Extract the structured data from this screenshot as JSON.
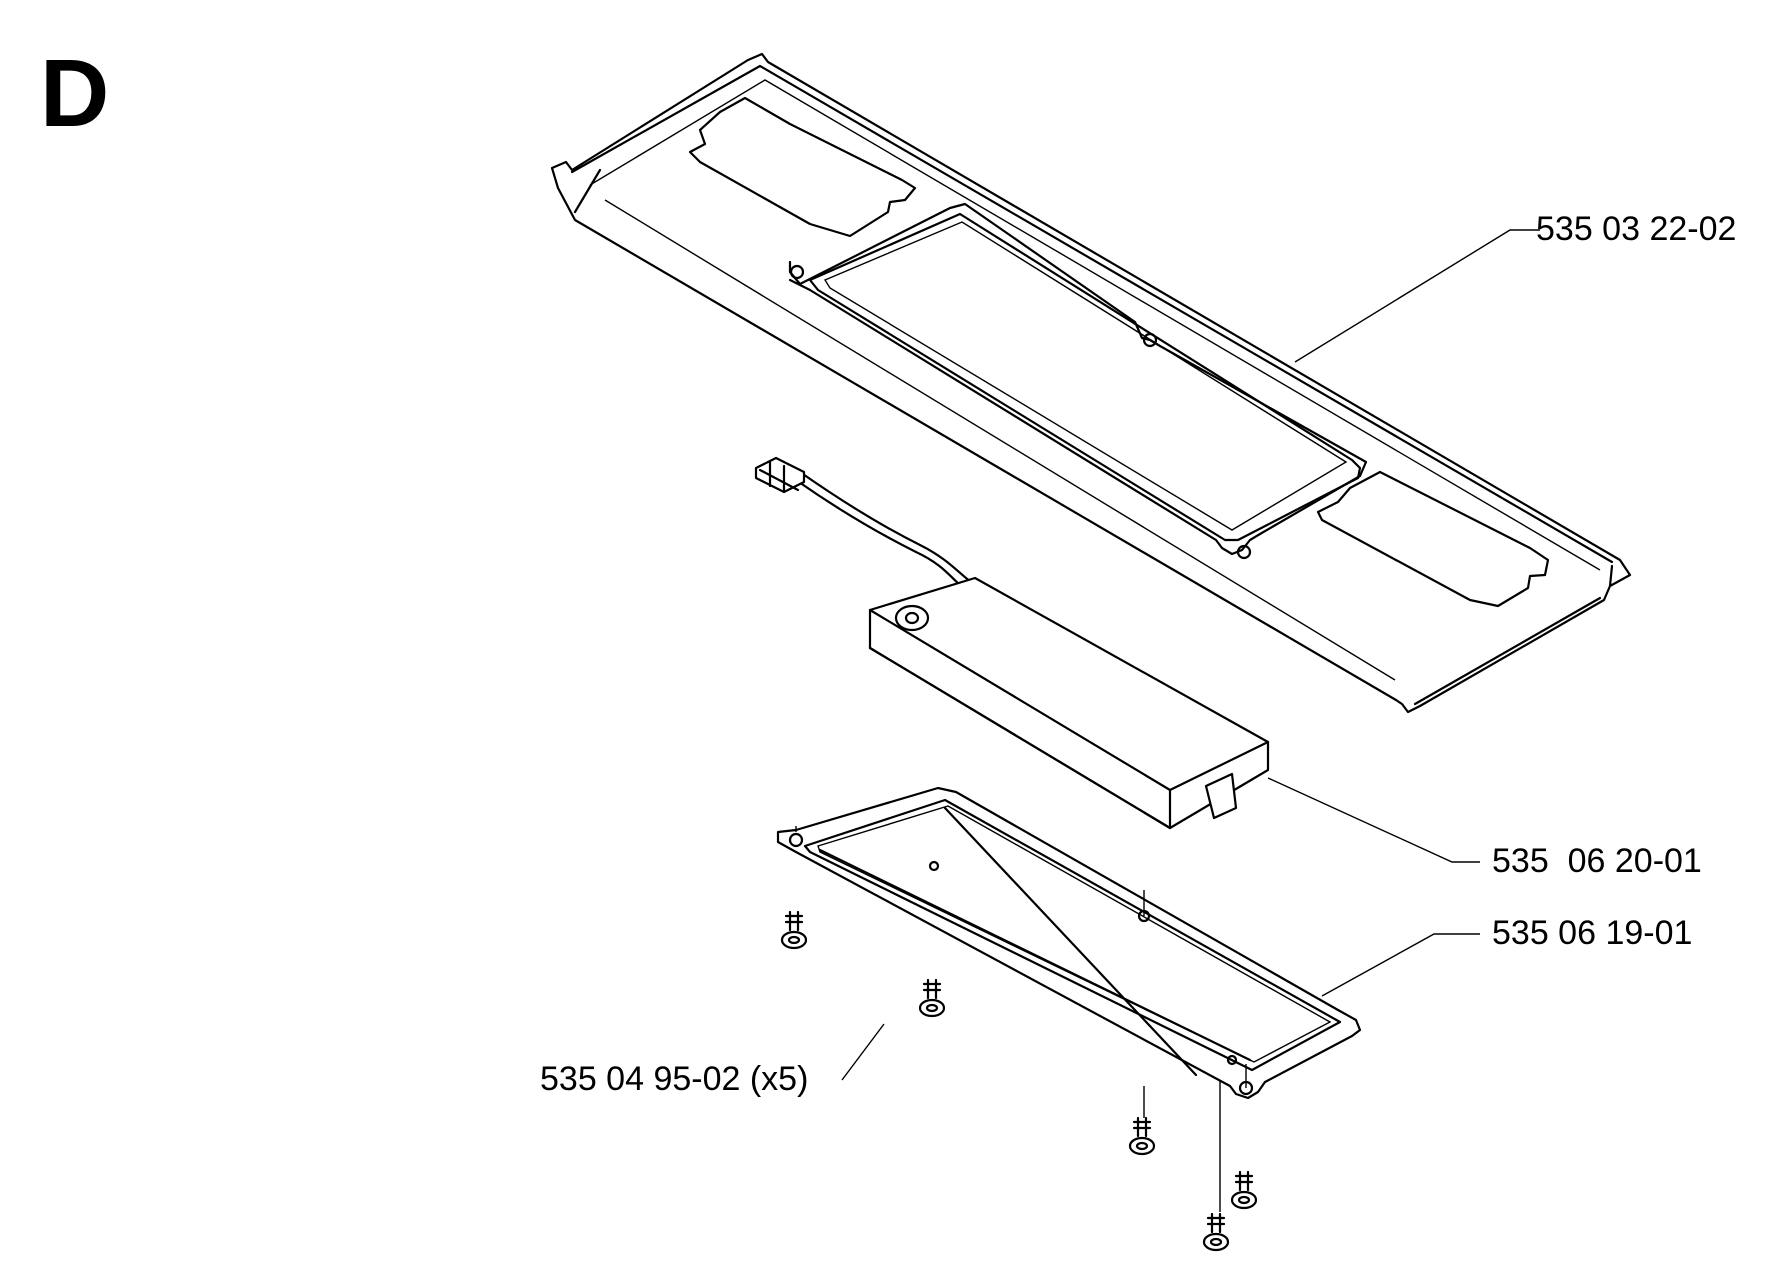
{
  "section_letter": "D",
  "callouts": {
    "cover": "535 03 22-02",
    "battery": "535  06 20-01",
    "tray": "535 06 19-01",
    "screws": "535 04 95-02 (x5)"
  },
  "colors": {
    "ink": "#000000",
    "paper": "#ffffff"
  }
}
